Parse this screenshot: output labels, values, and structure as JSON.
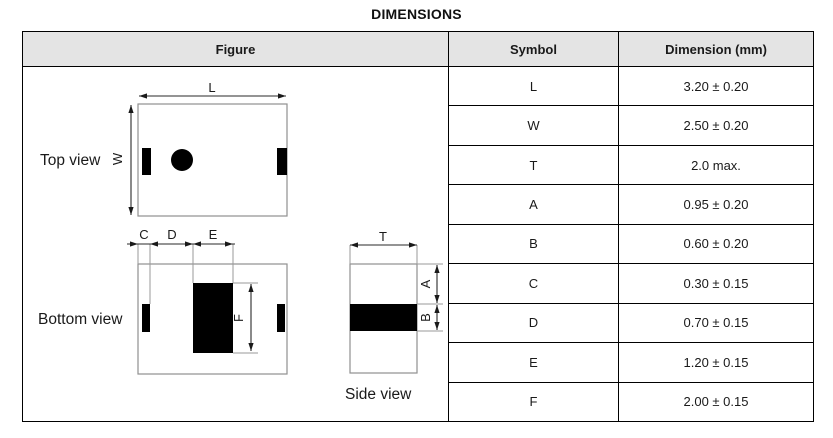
{
  "title": "DIMENSIONS",
  "table": {
    "headers": [
      "Figure",
      "Symbol",
      "Dimension (mm)"
    ],
    "rows": [
      {
        "symbol": "L",
        "dimension": "3.20 ± 0.20"
      },
      {
        "symbol": "W",
        "dimension": "2.50 ± 0.20"
      },
      {
        "symbol": "T",
        "dimension": "2.0 max."
      },
      {
        "symbol": "A",
        "dimension": "0.95 ± 0.20"
      },
      {
        "symbol": "B",
        "dimension": "0.60 ± 0.20"
      },
      {
        "symbol": "C",
        "dimension": "0.30 ± 0.15"
      },
      {
        "symbol": "D",
        "dimension": "0.70 ± 0.15"
      },
      {
        "symbol": "E",
        "dimension": "1.20 ± 0.15"
      },
      {
        "symbol": "F",
        "dimension": "2.00 ± 0.15"
      }
    ]
  },
  "figure": {
    "top_view_label": "Top view",
    "bottom_view_label": "Bottom view",
    "side_view_label": "Side view",
    "dim_labels": {
      "L": "L",
      "W": "W",
      "C": "C",
      "D": "D",
      "E": "E",
      "F": "F",
      "T": "T",
      "A": "A",
      "B": "B"
    }
  },
  "colors": {
    "header_background": "#e4e4e4",
    "border": "#000000",
    "drawing_outline": "#909090",
    "fill_black": "#000000"
  }
}
